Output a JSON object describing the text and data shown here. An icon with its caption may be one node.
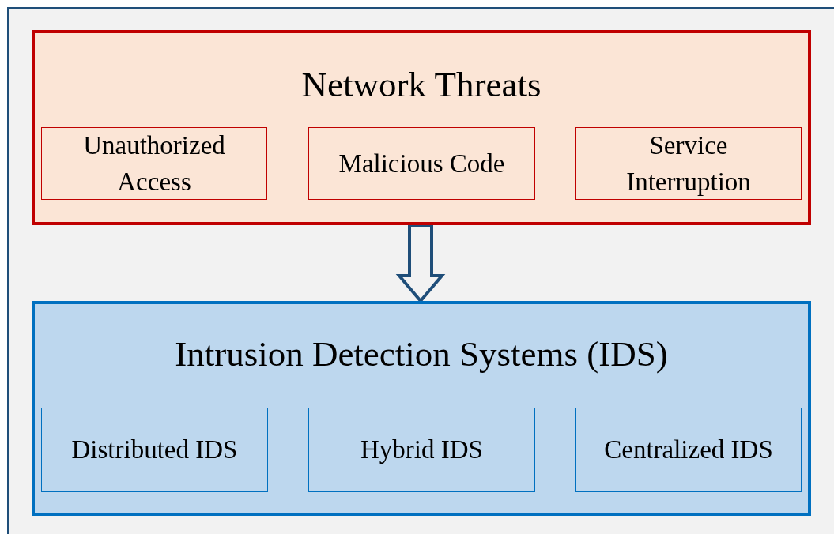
{
  "diagram": {
    "nodes": [
      {
        "text": [
          "Network Threats"
        ]
      },
      {
        "text": [
          "Unauthorized Access"
        ],
        "in": 0
      },
      {
        "text": [
          "Malicious Code"
        ],
        "in": 0
      },
      {
        "text": [
          "Service Interruption"
        ],
        "in": 0
      },
      {
        "text": [
          "Intrusion Detection Systems (IDS)"
        ]
      },
      {
        "text": [
          "Distributed IDS"
        ],
        "in": 4
      },
      {
        "text": [
          "Hybrid IDS"
        ],
        "in": 4
      },
      {
        "text": [
          "Centralized IDS"
        ],
        "in": 4
      }
    ],
    "edges": [
      {
        "from": 0,
        "to": 4,
        "arrow": "to",
        "style": "thick"
      }
    ]
  }
}
